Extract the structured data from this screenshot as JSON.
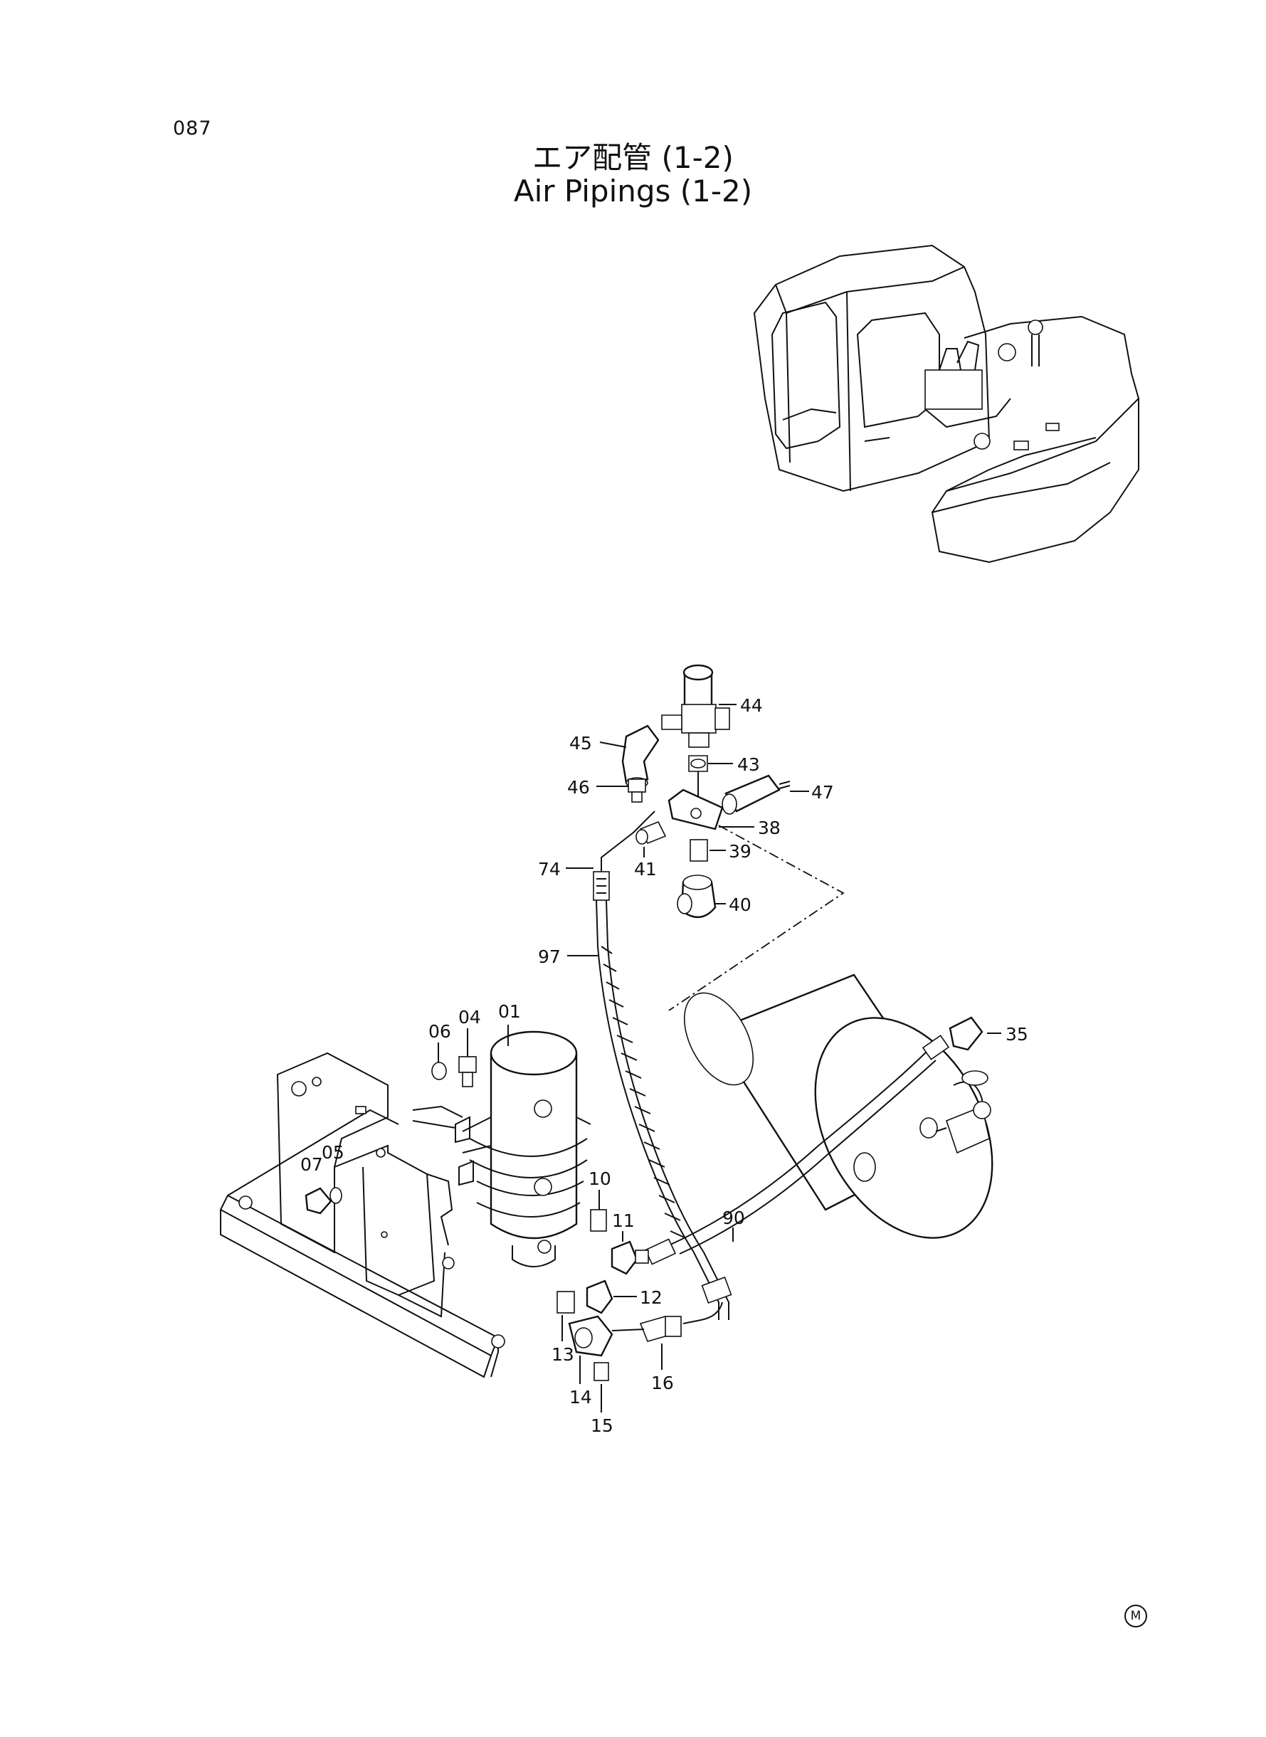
{
  "page": {
    "number": "087"
  },
  "title": {
    "japanese": "エア配管 (1-2)",
    "english": "Air Pipings (1-2)"
  },
  "mark": "M",
  "parts": [
    {
      "no": "01"
    },
    {
      "no": "04"
    },
    {
      "no": "05"
    },
    {
      "no": "06"
    },
    {
      "no": "07"
    },
    {
      "no": "10"
    },
    {
      "no": "11"
    },
    {
      "no": "12"
    },
    {
      "no": "13"
    },
    {
      "no": "14"
    },
    {
      "no": "15"
    },
    {
      "no": "16"
    },
    {
      "no": "35"
    },
    {
      "no": "38"
    },
    {
      "no": "39"
    },
    {
      "no": "40"
    },
    {
      "no": "41"
    },
    {
      "no": "43"
    },
    {
      "no": "44"
    },
    {
      "no": "45"
    },
    {
      "no": "46"
    },
    {
      "no": "47"
    },
    {
      "no": "74"
    },
    {
      "no": "90"
    },
    {
      "no": "97"
    }
  ]
}
